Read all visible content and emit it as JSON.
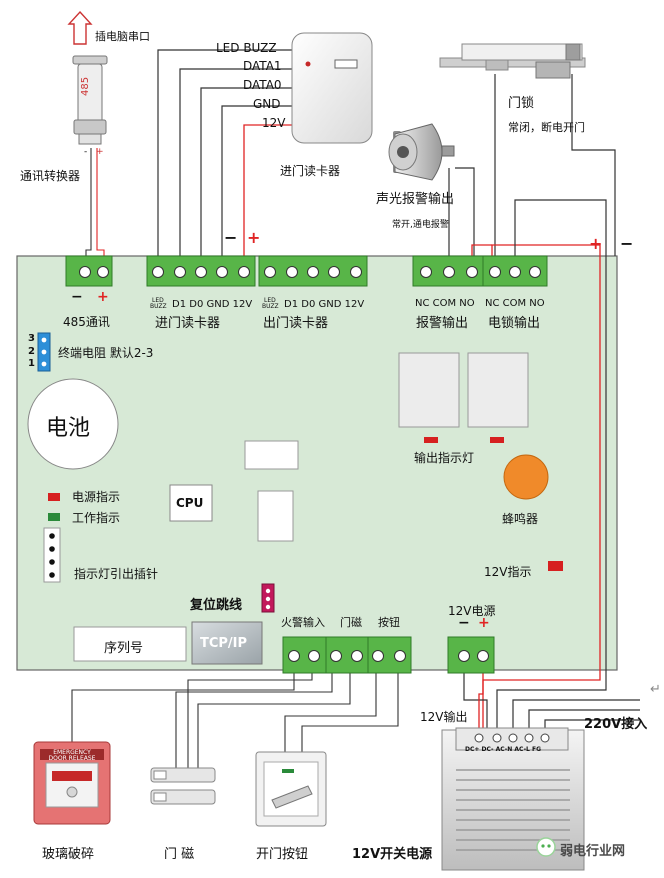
{
  "top": {
    "pc_serial_port": "插电脑串口",
    "adapter_label": "485",
    "comm_converter": "通讯转换器",
    "adapter_minus": "-",
    "adapter_plus": "+"
  },
  "reader_wires": {
    "led_buzz": "LED BUZZ",
    "data1": "DATA1",
    "data0": "DATA0",
    "gnd": "GND",
    "v12": "12V"
  },
  "entry_reader_title": "进门读卡器",
  "alarm": {
    "title": "声光报警输出",
    "note": "常开,通电报警"
  },
  "lock": {
    "title": "门锁",
    "note": "常闭，断电开门"
  },
  "polarity": {
    "minus": "−",
    "plus": "+"
  },
  "board": {
    "rs485_label": "485通讯",
    "entry_reader_label": "进门读卡器",
    "exit_reader_label": "出门读卡器",
    "reader_pins": {
      "led": "LED",
      "buzz": "BUZZ",
      "rest": "D1 D0 GND 12V"
    },
    "alarm_output_label": "报警输出",
    "lock_output_label": "电锁输出",
    "relay_pins": "NC COM NO",
    "terminator_pins": [
      "3",
      "2",
      "1"
    ],
    "terminator_label": "终端电阻 默认2-3",
    "battery": "电池",
    "power_indicator": "电源指示",
    "work_indicator": "工作指示",
    "cpu": "CPU",
    "output_indicator": "输出指示灯",
    "buzzer": "蜂鸣器",
    "pin_header_label": "指示灯引出插针",
    "indicator_12v": "12V指示",
    "reset_jumper": "复位跳线",
    "serial_number": "序列号",
    "tcpip": "TCP/IP",
    "fire_input": "火警输入",
    "door_sensor": "门磁",
    "button": "按钮",
    "power_12v": "12V电源",
    "power_minus": "−",
    "power_plus": "+"
  },
  "bottom": {
    "output_12v": "12V输出",
    "input_220v": "220V接入",
    "glass_break": "玻璃破碎",
    "door_magnet": "门 磁",
    "exit_button": "开门按钮",
    "switch_psu": "12V开关电源",
    "psu_terminals": "DC+  DC-  AC-N  AC-L  FG",
    "break_glass_sign1": "EMERGENCY",
    "break_glass_sign2": "DOOR RELEASE",
    "watermark": "弱电行业网",
    "cursor_mark": "↵"
  },
  "colors": {
    "board": "#d7e9d6",
    "terminal": "#58b548",
    "wire_red": "#e02424",
    "wire_dark": "#333333",
    "led_red": "#d62020",
    "led_green": "#2a8a3a",
    "jumper_blue": "#2d8fd8",
    "buzzer_orange": "#f08a2a"
  }
}
